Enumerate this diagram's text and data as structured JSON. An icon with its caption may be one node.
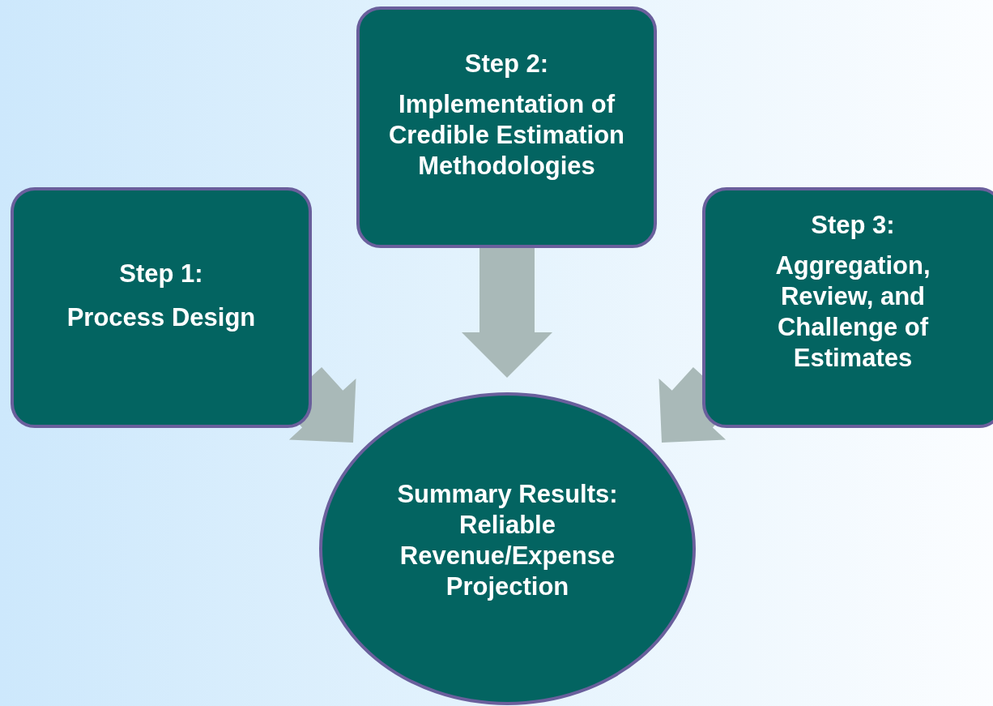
{
  "diagram": {
    "nodes": [
      {
        "text": [
          "Step 1:",
          "Process Design"
        ]
      },
      {
        "text": [
          "Step 2:",
          "Implementation of Credible Estimation Methodologies"
        ]
      },
      {
        "text": [
          "Step 3:",
          "Aggregation, Review, and Challenge of Estimates"
        ]
      },
      {
        "text": [
          "Summary Results: Reliable Revenue/Expense Projection"
        ]
      }
    ],
    "edges": [
      {
        "from": 0,
        "to": 3,
        "arrow": "to",
        "style": "thick"
      },
      {
        "from": 1,
        "to": 3,
        "arrow": "to",
        "style": "thick"
      },
      {
        "from": 2,
        "to": 3,
        "arrow": "to",
        "style": "thick"
      }
    ]
  }
}
